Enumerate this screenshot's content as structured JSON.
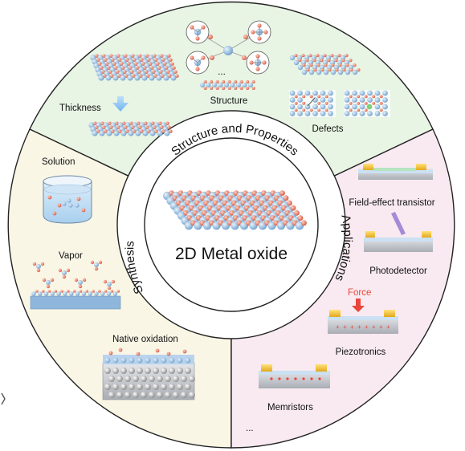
{
  "center": {
    "title": "2D Metal oxide"
  },
  "ring": {
    "top": "Structure and Properties",
    "left": "Synthesis",
    "right": "Applications"
  },
  "structure_properties": {
    "thickness": "Thickness",
    "structure": "Structure",
    "structure_ellipsis": "...",
    "defects": "Defects"
  },
  "synthesis": {
    "solution": "Solution",
    "vapor": "Vapor",
    "native_oxidation": "Native oxidation"
  },
  "applications": {
    "fet": "Field-effect transistor",
    "photodetector": "Photodetector",
    "force": "Force",
    "piezotronics": "Piezotronics",
    "memristors": "Memristors",
    "more": "..."
  },
  "colors": {
    "top_sector": "#e8f4e4",
    "left_sector": "#faf6e6",
    "right_sector": "#f8eaf0",
    "metal_atom": "#9cc4e6",
    "oxygen_atom": "#e8806a",
    "gold_electrode": "#f2c232",
    "force_arrow": "#e8463a"
  }
}
